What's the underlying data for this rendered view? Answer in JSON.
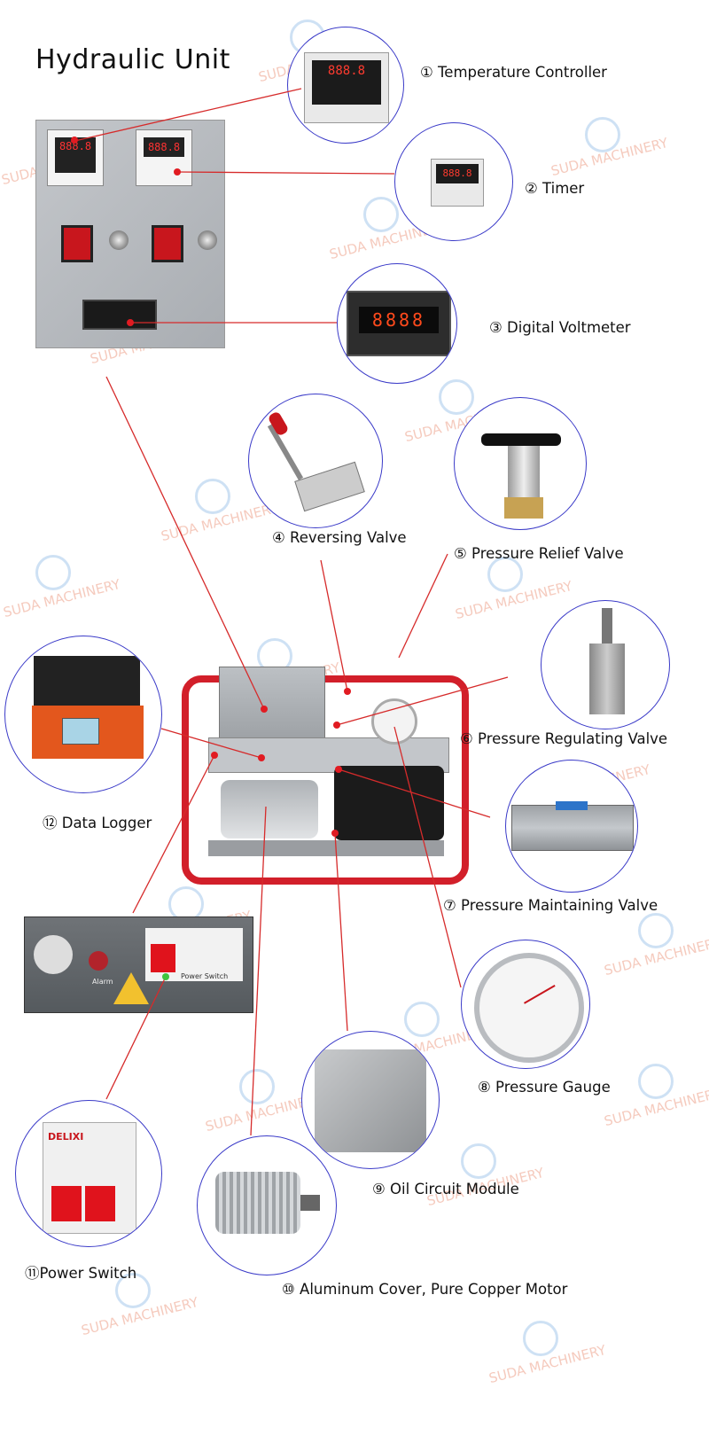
{
  "title": "Hydraulic Unit",
  "watermark": "SUDA MACHINERY",
  "labels": {
    "temperature_controller": "① Temperature Controller",
    "timer": "② Timer",
    "digital_voltmeter": "③ Digital Voltmeter",
    "reversing_valve": "④ Reversing Valve",
    "pressure_relief_valve": "⑤ Pressure Relief Valve",
    "pressure_regulating_valve": "⑥ Pressure Regulating Valve",
    "pressure_maintaining_valve": "⑦ Pressure Maintaining Valve",
    "pressure_gauge": "⑧ Pressure Gauge",
    "oil_circuit_module": "⑨ Oil Circuit Module",
    "motor": "⑩ Aluminum Cover, Pure Copper Motor",
    "power_switch": "⑪Power Switch",
    "data_logger": "⑫ Data Logger"
  },
  "panel_text": {
    "digits": "888.8",
    "voltmeter_digits": "8888",
    "breaker_brand": "DELIXI",
    "alarm": "Alarm",
    "power_switch": "Power Switch"
  },
  "colors": {
    "leader_line": "#d62b2b",
    "circle_border": "#3a3ac8",
    "frame_red": "#d21f2a",
    "panel_grey": "#b8bcc0"
  }
}
